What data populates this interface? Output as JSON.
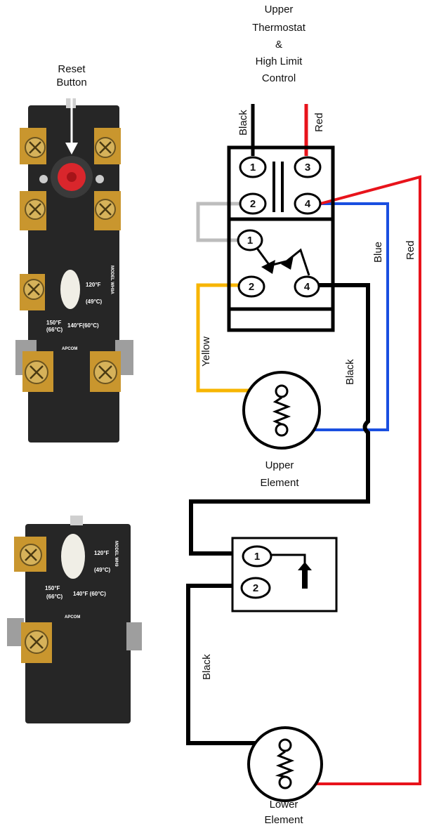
{
  "colors": {
    "black_wire": "#000000",
    "red_wire": "#e8131b",
    "blue_wire": "#1a4fe0",
    "yellow_wire": "#f7b500",
    "gray_wire": "#bdbdbd",
    "body": "#2a2a2a",
    "brass": "#c9962e",
    "reset": "#d9262c"
  },
  "labels": {
    "reset_line1": "Reset",
    "reset_line2": "Button",
    "upper_line1": "Upper",
    "upper_line2": "Thermostat",
    "upper_line3": "&",
    "upper_line4": "High Limit",
    "upper_line5": "Control",
    "wire_black_top": "Black",
    "wire_red_top": "Red",
    "wire_blue": "Blue",
    "wire_red_right": "Red",
    "wire_yellow": "Yellow",
    "wire_black_mid": "Black",
    "wire_black_lower": "Black",
    "upper_element_1": "Upper",
    "upper_element_2": "Element",
    "lower_element_1": "Lower",
    "lower_element_2": "Element"
  },
  "terminals": {
    "hl_1": "1",
    "hl_2": "2",
    "hl_3": "3",
    "hl_4": "4",
    "ut_1": "1",
    "ut_2": "2",
    "ut_4": "4",
    "lt_1": "1",
    "lt_2": "2"
  },
  "photo_upper": {
    "temp_120": "120°F",
    "temp_49": "(49°C)",
    "temp_150": "150°F",
    "temp_66": "(66°C)",
    "temp_140": "140°F(60°C)",
    "model": "MODEL WH9A",
    "brand": "APCOM"
  },
  "photo_lower": {
    "temp_120": "120°F",
    "temp_49": "(49°C)",
    "temp_150": "150°F",
    "temp_66": "(66°C)",
    "temp_140": "140°F (60°C)",
    "model": "MODEL WH9",
    "brand": "APCOM"
  }
}
